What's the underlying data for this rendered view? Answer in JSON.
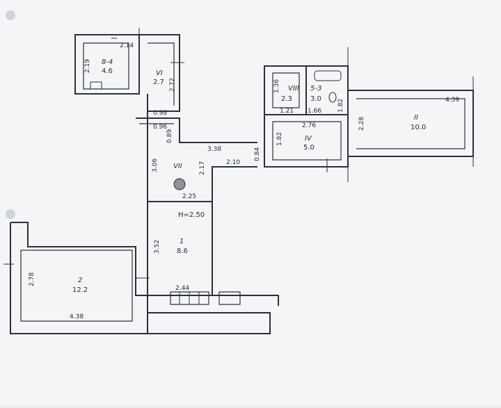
{
  "plan": {
    "rooms": [
      {
        "number": "8-4",
        "area": "4.6",
        "dim_v": "2.19",
        "dim_h": "2.14"
      },
      {
        "number": "VI",
        "area": "2.7",
        "dim_v": "2.72",
        "dim_h": "0.98"
      },
      {
        "number": "VIII",
        "area": "2.3",
        "dim_v": "1.36",
        "dim_h": "1.21"
      },
      {
        "number": "5-3",
        "area": "3.0",
        "dim_h": "1.66",
        "dim_v": "1.82"
      },
      {
        "number": "II",
        "area": "10.0",
        "dim_v": "2.28",
        "dim_h": "4.39"
      },
      {
        "number": "IV",
        "area": "5.0",
        "dim_v": "1.82",
        "dim_h": "2.76"
      },
      {
        "number": "VII",
        "area": "",
        "dim_v": "3.06",
        "dim_v2": "2.17",
        "dim_h": "2.25"
      },
      {
        "number": "1",
        "area": "8.6",
        "dim_v": "3.52",
        "dim_h": "2.44"
      },
      {
        "number": "2",
        "area": "12.2",
        "dim_v": "2.78",
        "dim_h": "4.38"
      }
    ],
    "corridor": {
      "dim_a": "3.38",
      "dim_b": "2.10",
      "dim_c": "0.96",
      "dim_d": "0.89",
      "dim_e": "0.84"
    },
    "height": "H=2.50"
  },
  "colors": {
    "paper": "#f4f5f7",
    "ink": "#2c3038",
    "background": "#e9ecef"
  }
}
